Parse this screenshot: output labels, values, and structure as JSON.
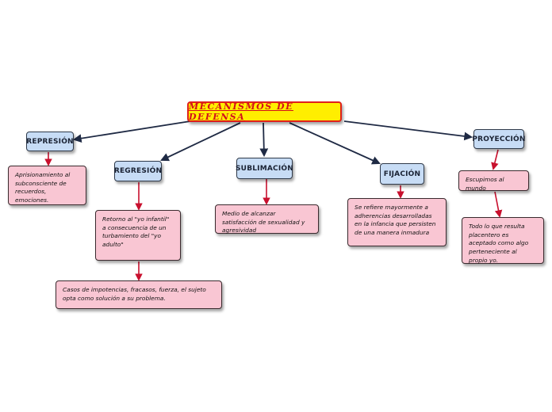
{
  "title": "MECANISMOS DE DEFENSA",
  "concepts": {
    "represion": "REPRESIÓN",
    "regresion": "REGRESIÓN",
    "sublimacion": "SUBLIMACIÓN",
    "fijacion": "FIJACIÓN",
    "proyeccion": "PROYECCIÓN"
  },
  "descriptions": {
    "represion": "Aprisionamiento al subconsciente de recuerdos, emociones.",
    "regresion_1": "Retorno al \"yo infantil\" a consecuencia de un turbamiento del \"yo adulto\"",
    "regresion_2": "Casos de impotencias, fracasos, fuerza, el sujeto opta como solución a su problema.",
    "sublimacion": "Medio de alcanzar satisfacción de sexualidad y agresividad",
    "fijacion": "Se refiere mayormente a adherencias desarrolladas en la infancia que persisten de una manera inmadura",
    "proyeccion_1": "Escupimos al mundo",
    "proyeccion_2": "Todo lo que resulta placentero es aceptado como algo perteneciente al propio yo."
  },
  "colors": {
    "title_fill": "#ffee00",
    "title_text": "#d4101a",
    "concept_fill": "#c7dcf5",
    "desc_fill": "#f9c6d3",
    "main_link": "#1f2a44",
    "sub_link": "#c8102e"
  }
}
